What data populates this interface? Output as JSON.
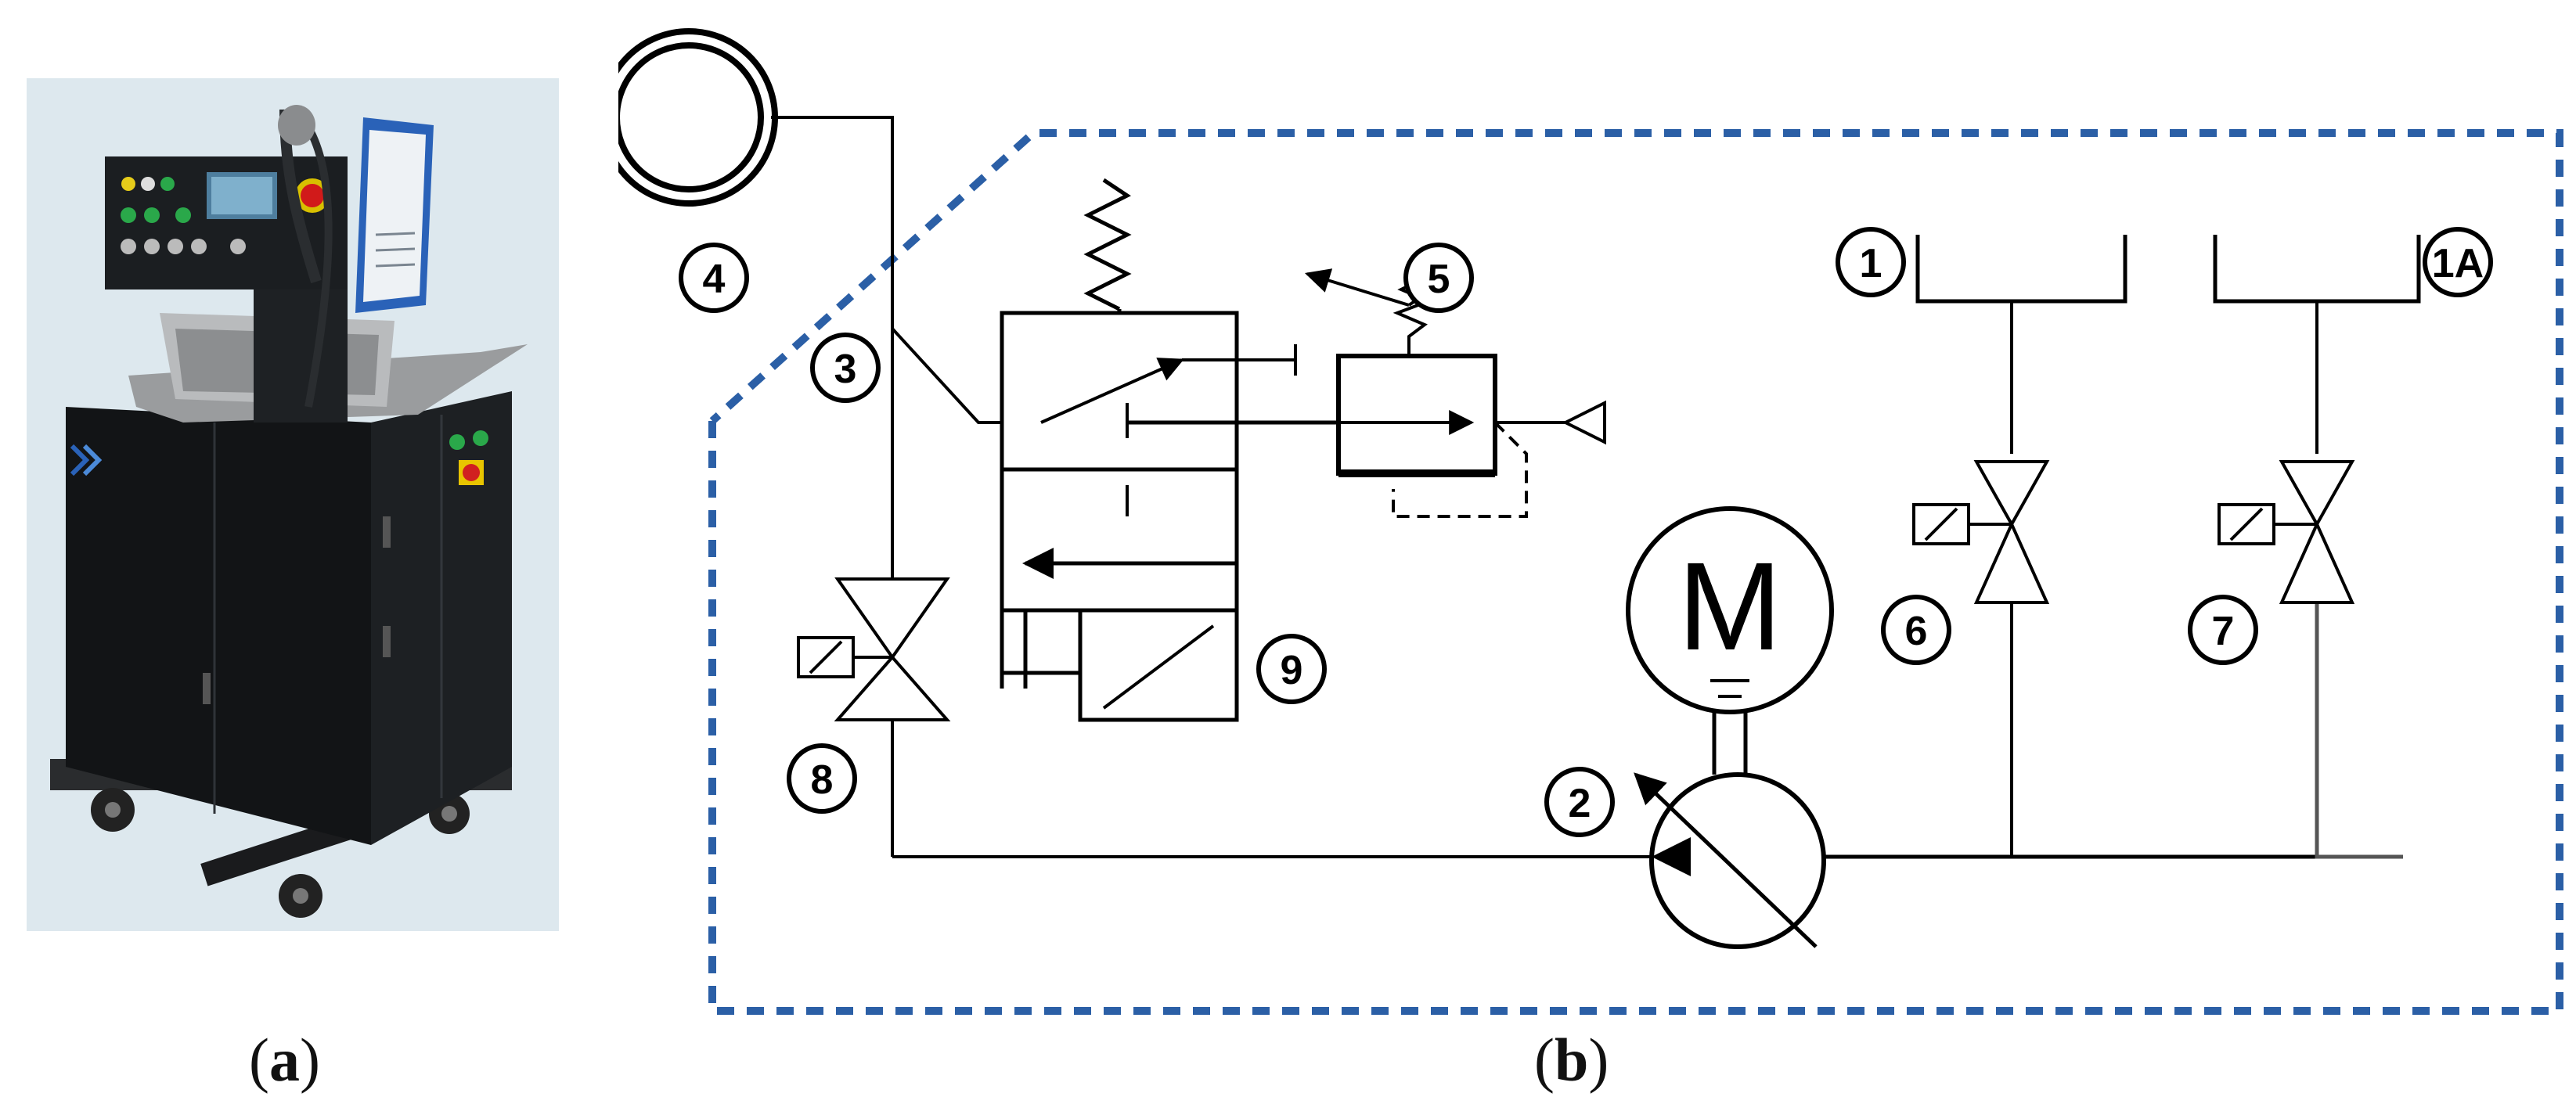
{
  "panel_a": {
    "caption": "(a)",
    "caption_letter": "a"
  },
  "panel_b": {
    "caption": "(b)",
    "caption_letter": "b",
    "components": [
      {
        "id": "1"
      },
      {
        "id": "1A"
      },
      {
        "id": "2"
      },
      {
        "id": "3"
      },
      {
        "id": "4"
      },
      {
        "id": "5"
      },
      {
        "id": "6"
      },
      {
        "id": "7"
      },
      {
        "id": "8"
      },
      {
        "id": "9"
      }
    ],
    "motor_symbol": "M"
  },
  "colors": {
    "boundary": "#2b5fa6",
    "line": "#000000",
    "photo_background": "#dde8ee",
    "machine_body": "#151719",
    "panel_blue": "#2a62b8"
  }
}
